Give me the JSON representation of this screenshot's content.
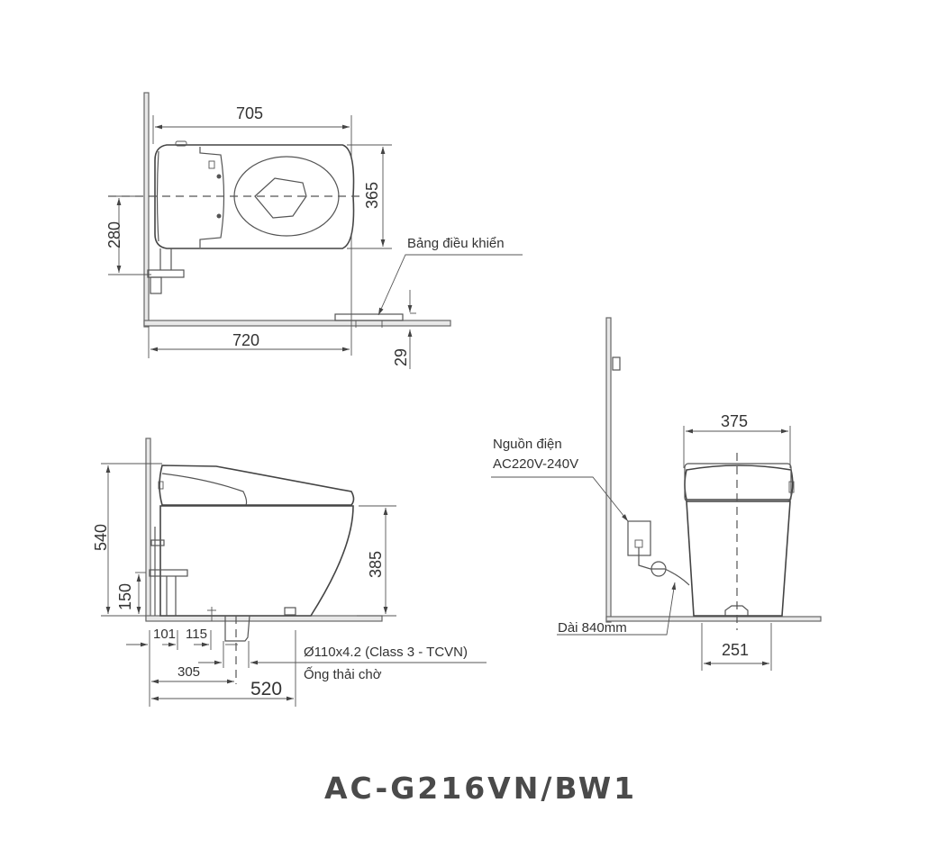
{
  "title": "AC-G216VN/BW1",
  "top_view": {
    "dim_length_top": "705",
    "dim_width": "365",
    "dim_offset": "280",
    "dim_length_bottom": "720",
    "dim_panel": "29",
    "label_control_panel": "Bảng điều khiển"
  },
  "side_view": {
    "dim_total_height": "540",
    "dim_seat_height": "385",
    "dim_inlet_height": "150",
    "dim_101": "101",
    "dim_115": "115",
    "dim_305": "305",
    "dim_520": "520",
    "label_pipe_spec": "Ø110x4.2 (Class 3 - TCVN)",
    "label_pipe_name": "Ống thải chờ"
  },
  "front_view": {
    "dim_width": "375",
    "dim_base": "251",
    "label_power_line1": "Nguồn điện",
    "label_power_line2": "AC220V-240V",
    "label_cable": "Dài 840mm"
  }
}
